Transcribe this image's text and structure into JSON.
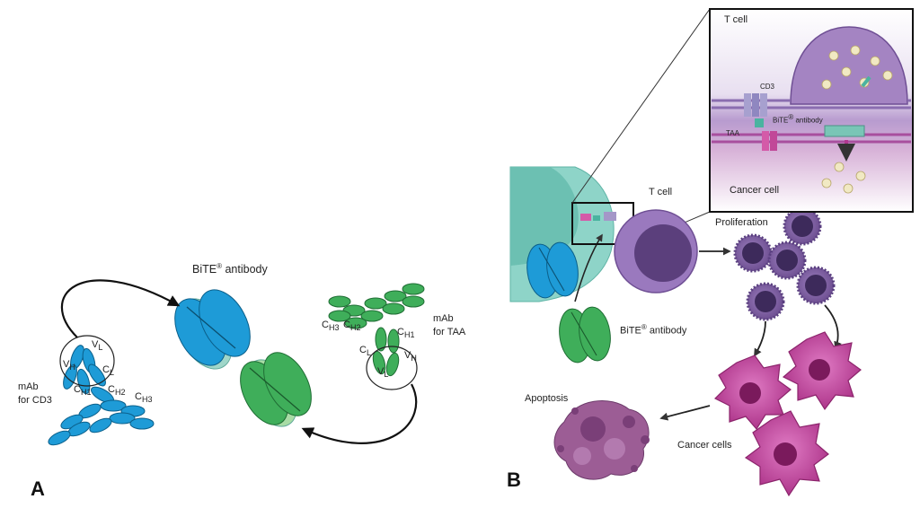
{
  "panel_a": {
    "letter": "A",
    "bite_label": "BiTE",
    "bite_suffix": "antibody",
    "registered": "®",
    "mab_cd3_line1": "mAb",
    "mab_cd3_line2": "for CD3",
    "mab_taa_line1": "mAb",
    "mab_taa_line2": "for TAA",
    "domain_labels": {
      "c": "C",
      "v": "V",
      "l": "L",
      "h": "H",
      "h1": "H1",
      "h2": "H2",
      "h3": "H3"
    }
  },
  "panel_b": {
    "letter": "B",
    "t_cell": "T cell",
    "proliferation": "Proliferation",
    "bite_label": "BiTE",
    "bite_suffix": "antibody",
    "registered": "®",
    "apoptosis": "Apoptosis",
    "cancer_cells": "Cancer cells",
    "inset": {
      "t_cell": "T cell",
      "cd3": "CD3",
      "bite": "BiTE",
      "bite_suffix": "antibody",
      "taa": "TAA",
      "cancer_cell": "Cancer cell"
    }
  },
  "colors": {
    "blue_domain": "#1e9bd7",
    "green_domain": "#3fae5a",
    "purple_cell": "#7b5a9e",
    "magenta_cell": "#b0388e",
    "teal_cell": "#8ed4c8"
  }
}
